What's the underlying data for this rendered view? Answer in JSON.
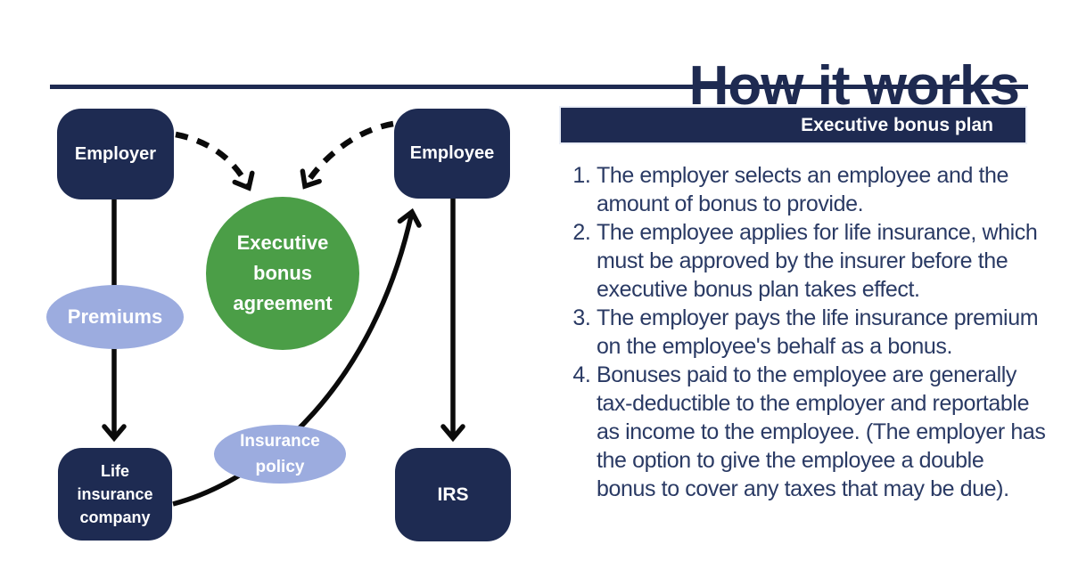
{
  "page": {
    "title": "How it works"
  },
  "panel": {
    "heading": "Executive bonus plan",
    "steps": [
      "The employer selects an employee and the amount of bonus to provide.",
      "The employee applies for life insurance, which must be approved by the insurer before the executive bonus plan takes effect.",
      "The employer pays the life insurance premium on the employee's behalf as a bonus.",
      "Bonuses paid to the employee are generally tax-deductible to the employer and reportable as income to the employee. (The employer has the option to give the employee a double bonus to cover any taxes that may  be due)."
    ]
  },
  "diagram": {
    "nodes": {
      "employer": "Employer",
      "employee": "Employee",
      "agreement": "Executive bonus agreement",
      "premiums": "Premiums",
      "policy": "Insurance policy",
      "life_insurance": "Life insurance company",
      "irs": "IRS"
    },
    "arrows": [
      "employer-to-agreement-dashed",
      "employee-to-agreement-dashed",
      "employer-to-life-insurance",
      "employee-to-irs",
      "life-insurance-to-employee"
    ]
  },
  "colors": {
    "navy": "#1e2b52",
    "green": "#4b9e47",
    "periwinkle": "#9cacdf",
    "arrow_black": "#0b0b0b",
    "text_navy": "#2a3a64",
    "background": "#ffffff"
  }
}
